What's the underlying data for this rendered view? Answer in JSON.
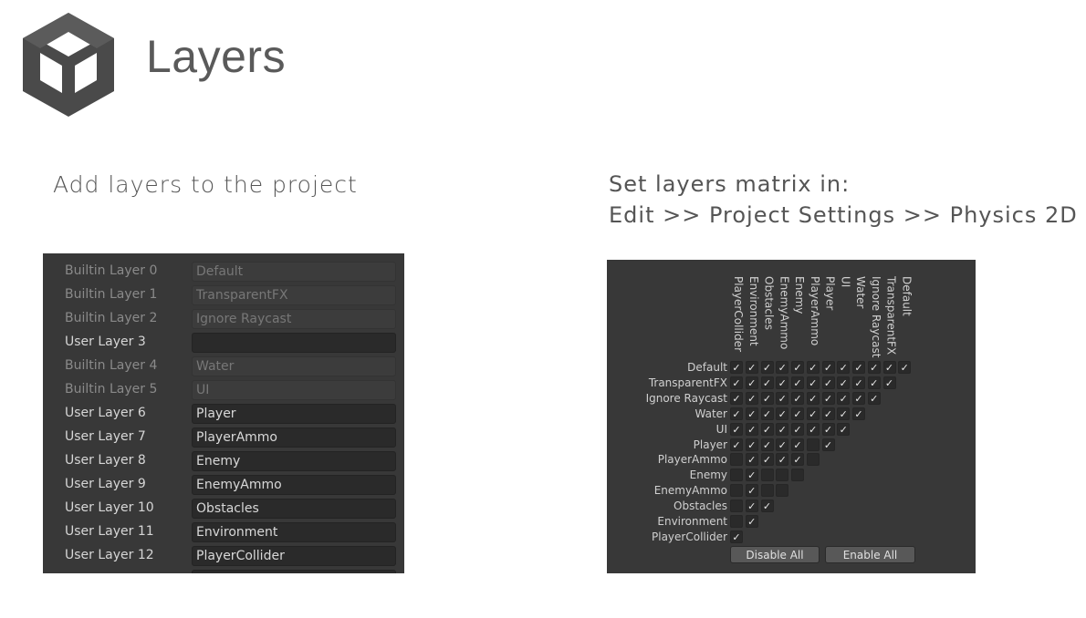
{
  "header": {
    "title": "Layers",
    "logo_icon": "unity-logo-icon"
  },
  "left": {
    "subtitle": "Add layers to the project",
    "layers": [
      {
        "label": "Builtin Layer 0",
        "value": "Default",
        "kind": "builtin"
      },
      {
        "label": "Builtin Layer 1",
        "value": "TransparentFX",
        "kind": "builtin"
      },
      {
        "label": "Builtin Layer 2",
        "value": "Ignore Raycast",
        "kind": "builtin"
      },
      {
        "label": "User Layer 3",
        "value": "",
        "kind": "user"
      },
      {
        "label": "Builtin Layer 4",
        "value": "Water",
        "kind": "builtin"
      },
      {
        "label": "Builtin Layer 5",
        "value": "UI",
        "kind": "builtin"
      },
      {
        "label": "User Layer 6",
        "value": "Player",
        "kind": "user"
      },
      {
        "label": "User Layer 7",
        "value": "PlayerAmmo",
        "kind": "user"
      },
      {
        "label": "User Layer 8",
        "value": "Enemy",
        "kind": "user"
      },
      {
        "label": "User Layer 9",
        "value": "EnemyAmmo",
        "kind": "user"
      },
      {
        "label": "User Layer 10",
        "value": "Obstacles",
        "kind": "user"
      },
      {
        "label": "User Layer 11",
        "value": "Environment",
        "kind": "user"
      },
      {
        "label": "User Layer 12",
        "value": "PlayerCollider",
        "kind": "user"
      }
    ]
  },
  "right": {
    "subtitle_line1": "Set layers matrix in:",
    "subtitle_line2": "Edit >> Project Settings >> Physics 2D",
    "columns": [
      "PlayerCollider",
      "Environment",
      "Obstacles",
      "EnemyAmmo",
      "Enemy",
      "PlayerAmmo",
      "Player",
      "UI",
      "Water",
      "Ignore Raycast",
      "TransparentFX",
      "Default"
    ],
    "rows": [
      "Default",
      "TransparentFX",
      "Ignore Raycast",
      "Water",
      "UI",
      "Player",
      "PlayerAmmo",
      "Enemy",
      "EnemyAmmo",
      "Obstacles",
      "Environment",
      "PlayerCollider"
    ],
    "matrix": [
      [
        1,
        1,
        1,
        1,
        1,
        1,
        1,
        1,
        1,
        1,
        1,
        1
      ],
      [
        1,
        1,
        1,
        1,
        1,
        1,
        1,
        1,
        1,
        1,
        1
      ],
      [
        1,
        1,
        1,
        1,
        1,
        1,
        1,
        1,
        1,
        1
      ],
      [
        1,
        1,
        1,
        1,
        1,
        1,
        1,
        1,
        1
      ],
      [
        1,
        1,
        1,
        1,
        1,
        1,
        1,
        1
      ],
      [
        1,
        1,
        1,
        1,
        1,
        0,
        1
      ],
      [
        0,
        1,
        1,
        1,
        1,
        0
      ],
      [
        0,
        1,
        0,
        0,
        0
      ],
      [
        0,
        1,
        0,
        0
      ],
      [
        0,
        1,
        1
      ],
      [
        0,
        1
      ],
      [
        1
      ]
    ],
    "check_glyph": "✓",
    "disable_all": "Disable All",
    "enable_all": "Enable All"
  }
}
